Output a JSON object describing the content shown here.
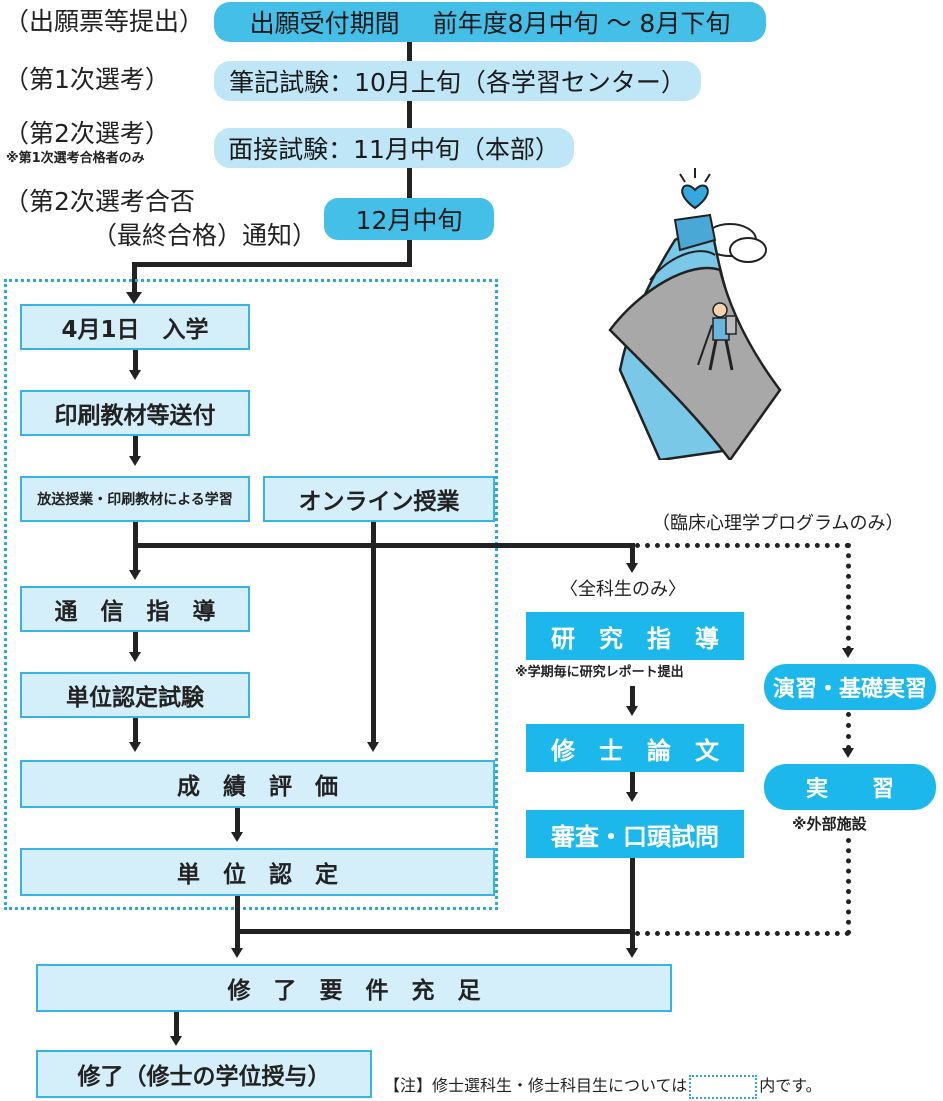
{
  "labels": {
    "application": "（出願票等提出）",
    "first_selection": "（第1次選考）",
    "second_selection": "（第2次選考）",
    "second_selection_note": "※第1次選考合格者のみ",
    "result_line1": "（第2次選考合否",
    "result_line2": "（最終合格）通知）"
  },
  "schedule": {
    "application_period": "出願受付期間　 前年度8月中旬 ～ 8月下旬",
    "written_exam": "筆記試験：10月上旬（各学習センター）",
    "interview_exam": "面接試験：11月中旬（本部）",
    "result_date": "12月中旬"
  },
  "flow": {
    "admission": "4月1日　入学",
    "materials_sent": "印刷教材等送付",
    "broadcast_study": "放送授業・印刷教材による学習",
    "online_class": "オンライン授業",
    "correspondence": "通　信　指　導",
    "credit_exam": "単位認定試験",
    "grading": "成　績　評　価",
    "credit": "単　位　認　定",
    "completion_req": "修　了　要　件　充　足",
    "completion": "修了（修士の学位授与）"
  },
  "research": {
    "full_course_only": "〈全科生のみ〉",
    "guidance": "研　究　指　導",
    "report_note": "※学期毎に研究レポート提出",
    "thesis": "修　士　論　文",
    "examination": "審査・口頭試問"
  },
  "clinical": {
    "program_only": "（臨床心理学プログラムのみ）",
    "exercise": "演習・基礎実習",
    "practice": "実　　習",
    "external": "※外部施設"
  },
  "footnote": {
    "prefix": "【注】修士選科生・修士科目生については",
    "suffix": "内です。"
  },
  "colors": {
    "cyan": "#1cb8ec",
    "light_box": "#d4eefa",
    "border": "#36b4e6"
  }
}
